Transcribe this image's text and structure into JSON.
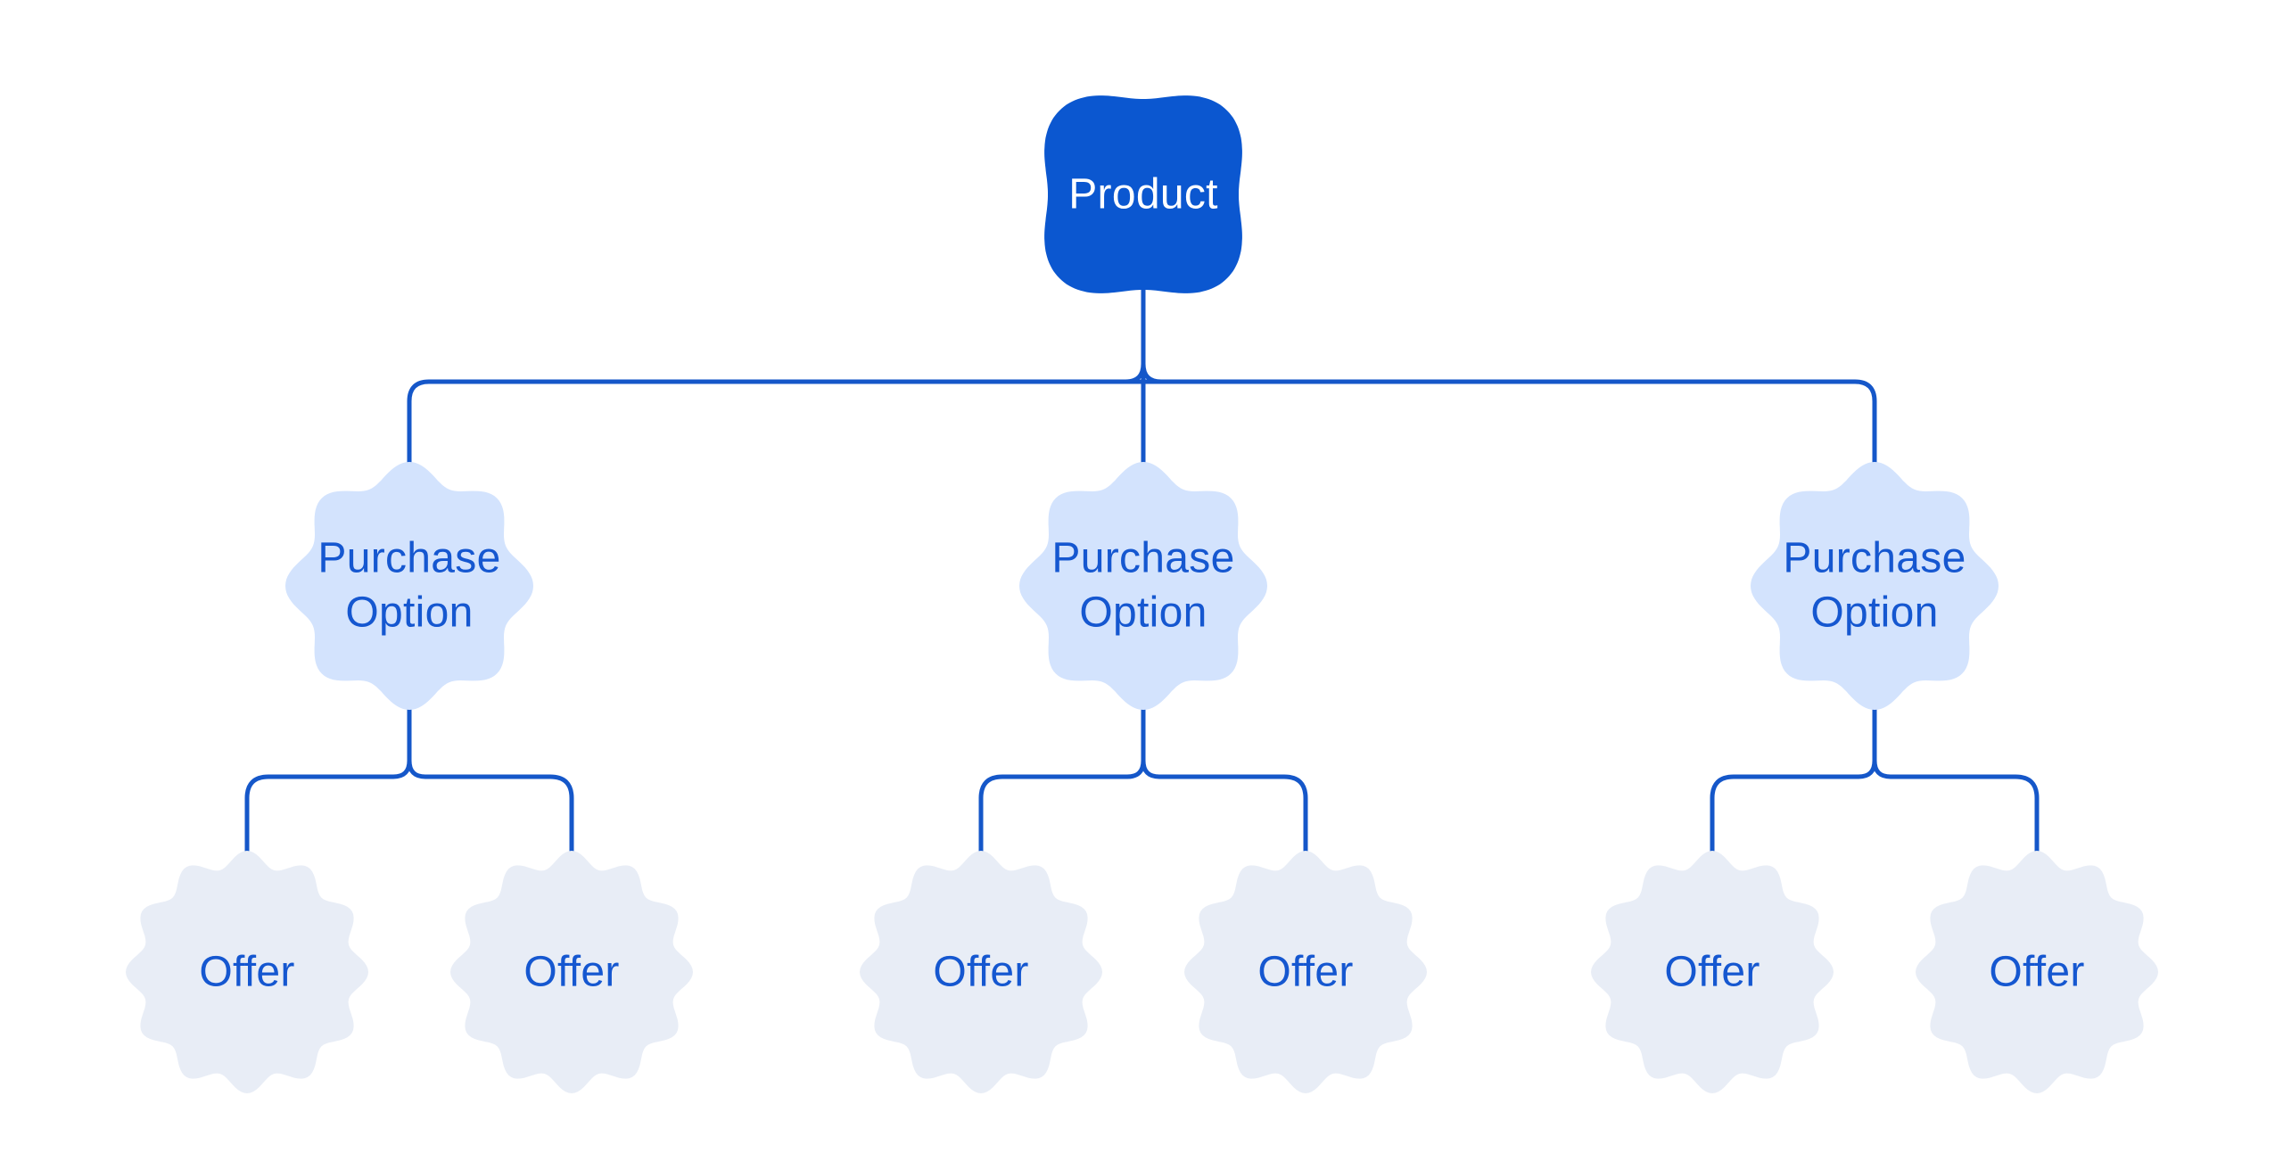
{
  "diagram": {
    "background": "#ffffff",
    "connector_color": "#1557c9",
    "product": {
      "label": "Product",
      "shape": "four-lobe-cookie",
      "fill": "#0b57d0",
      "text_color": "#ffffff"
    },
    "purchase_options": {
      "shape": "eight-lobe-cloud",
      "fill": "#d3e3fd",
      "text_color": "#1557d0",
      "items": [
        {
          "label": "Purchase Option"
        },
        {
          "label": "Purchase Option"
        },
        {
          "label": "Purchase Option"
        }
      ]
    },
    "offers": {
      "shape": "twelve-lobe-scallop",
      "fill": "#e8edf6",
      "text_color": "#1557d0",
      "items": [
        {
          "label": "Offer"
        },
        {
          "label": "Offer"
        },
        {
          "label": "Offer"
        },
        {
          "label": "Offer"
        },
        {
          "label": "Offer"
        },
        {
          "label": "Offer"
        }
      ]
    }
  }
}
